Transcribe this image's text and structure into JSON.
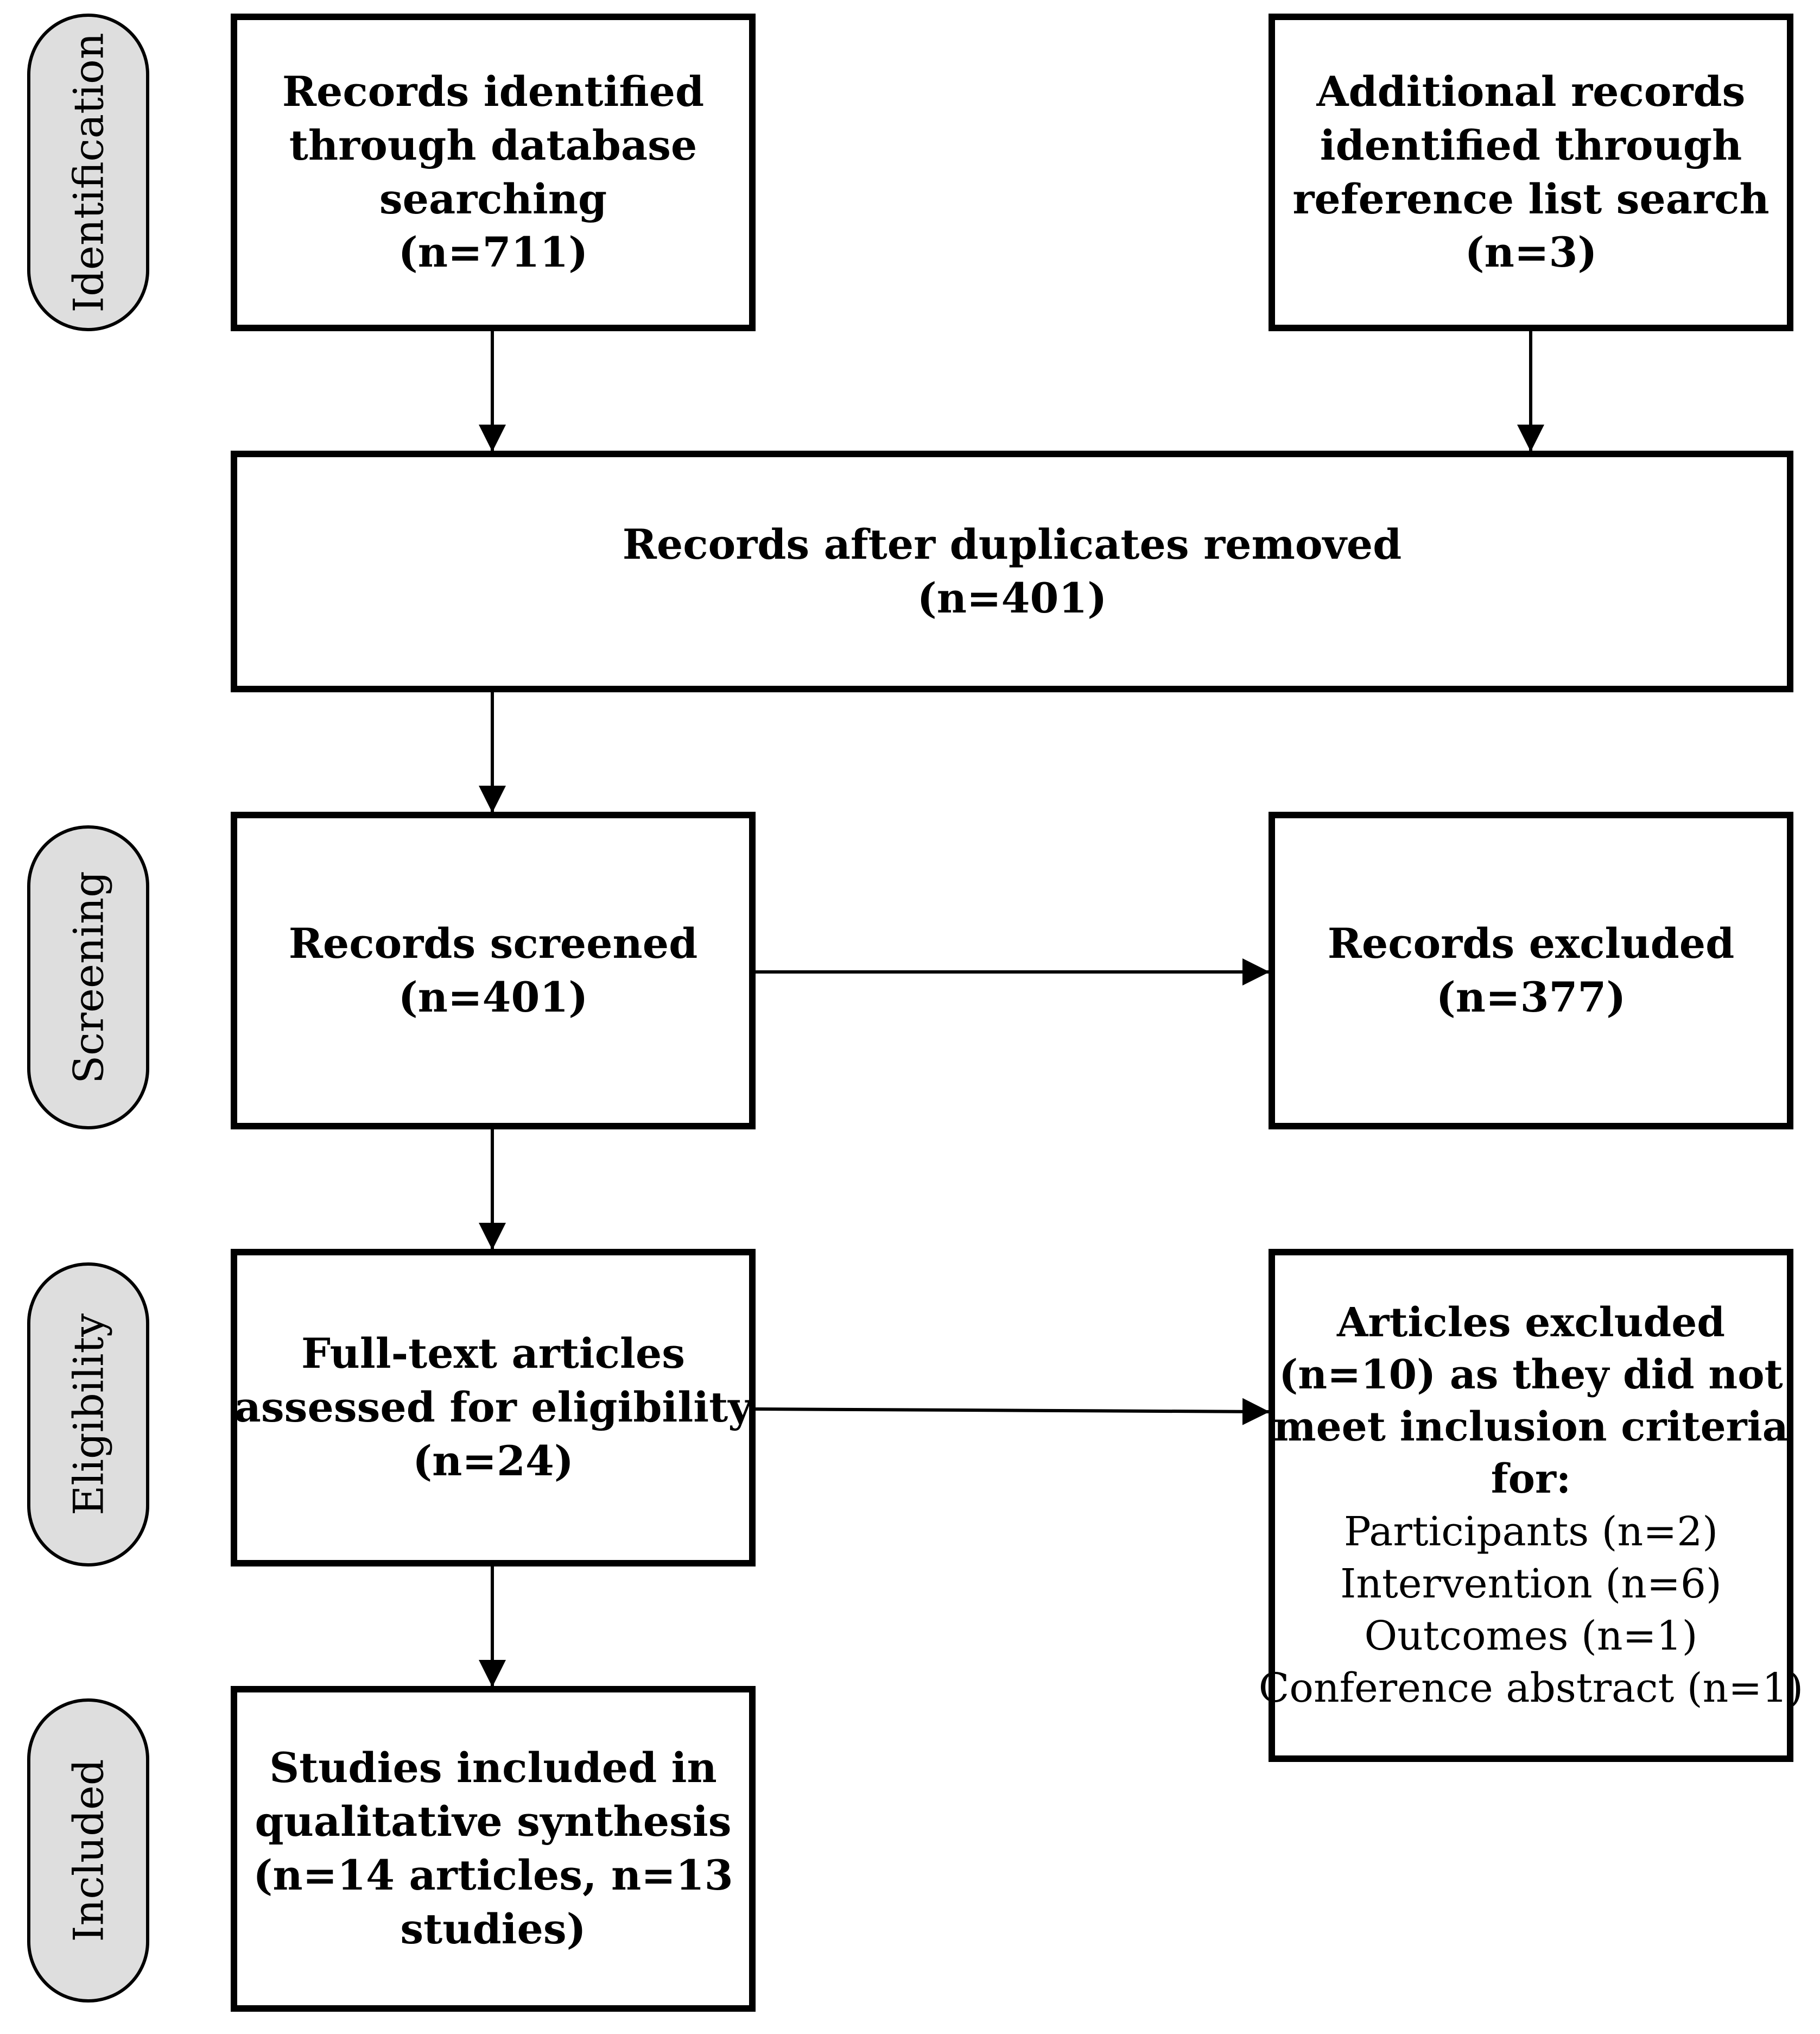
{
  "stages": {
    "identification": "Identification",
    "screening": "Screening",
    "eligibility": "Eligibility",
    "included": "Included"
  },
  "boxes": {
    "database": {
      "lines": [
        "Records identified",
        "through database",
        "searching",
        "(n=711)"
      ]
    },
    "reference": {
      "lines": [
        "Additional records",
        "identified through",
        "reference list search",
        "(n=3)"
      ]
    },
    "duplicates": {
      "lines": [
        "Records after duplicates removed",
        "(n=401)"
      ]
    },
    "screened": {
      "lines": [
        "Records screened",
        "(n=401)"
      ]
    },
    "excluded": {
      "lines": [
        "Records excluded",
        "(n=377)"
      ]
    },
    "fulltext": {
      "lines": [
        "Full-text articles",
        "assessed for eligibility",
        "(n=24)"
      ]
    },
    "articles_excluded": {
      "lines": [
        "Articles excluded",
        "(n=10) as they did not",
        "meet inclusion criteria",
        "for:"
      ],
      "reasons": [
        "Participants (n=2)",
        "Intervention (n=6)",
        "Outcomes (n=1)",
        "Conference abstract (n=1)"
      ]
    },
    "included": {
      "lines": [
        "Studies included in",
        "qualitative synthesis",
        "(n=14 articles, n=13",
        "studies)"
      ]
    }
  }
}
